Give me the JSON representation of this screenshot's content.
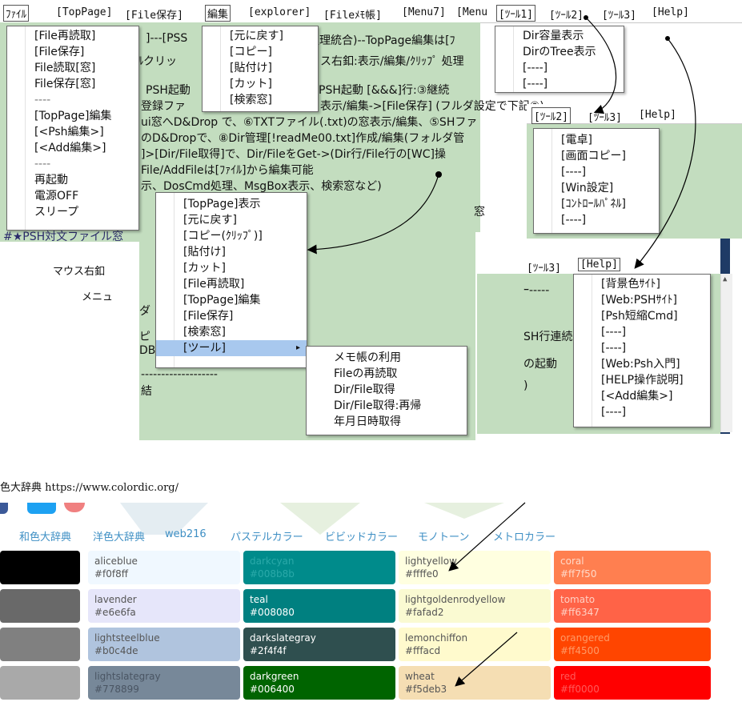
{
  "menubar": {
    "items": [
      "ﾌｧｲﾙ",
      "[TopPage]",
      "[File保存]",
      "編集",
      "[explorer]",
      "[Fileﾒﾓ帳]",
      "[Menu7]",
      "[Menu",
      "[ﾂｰﾙ1]",
      "[ﾂｰﾙ2]",
      "[ﾂｰﾙ3]",
      "[Help]"
    ]
  },
  "file_menu": {
    "items": [
      "[File再読取]",
      "[File保存]",
      "File読取[窓]",
      "File保存[窓]",
      "----",
      "[TopPage]編集",
      "[<Psh編集>]",
      "[<Add編集>]",
      "----",
      "再起動",
      "電源OFF",
      "スリープ"
    ]
  },
  "edit_menu": {
    "items": [
      "[元に戻す]",
      "[コピー]",
      "[貼付け]",
      "[カット]",
      "[検索窓]"
    ]
  },
  "tool1_menu": {
    "items": [
      "Dir容量表示",
      "DirのTree表示",
      "[----]",
      "[----]"
    ]
  },
  "tool2_window": {
    "menubar": [
      "[ﾂｰﾙ2]",
      "[ﾂｰﾙ3]",
      "[Help]"
    ],
    "items": [
      "[電卓]",
      "[画面コピー]",
      "[----]",
      "[Win設定]",
      "[ｺﾝﾄﾛｰﾙﾊﾟﾈﾙ]",
      "[----]"
    ]
  },
  "help_window": {
    "menubar": [
      "[ﾂｰﾙ3]",
      "[Help]"
    ],
    "items": [
      "[背景色ｻｲﾄ]",
      "[Web:PSHｻｲﾄ]",
      "[Psh短縮Cmd]",
      "[----]",
      "[----]",
      "[Web:Psh入門]",
      "[HELP操作説明]",
      "[<Add編集>]",
      "[----]"
    ],
    "peek": [
      "ｰ-----",
      "SH行連続",
      "の起動",
      ")"
    ]
  },
  "context_menu": {
    "items": [
      "[TopPage]表示",
      "[元に戻す]",
      "[コピー(ｸﾘｯﾌﾟ)]",
      "[貼付け]",
      "[カット]",
      "[File再読取]",
      "[TopPage]編集",
      "[File保存]",
      "[検索窓]",
      "[ツール]"
    ],
    "submenu_arrow": "▸"
  },
  "tools_submenu": {
    "items": [
      "メモ帳の利用",
      "Fileの再読取",
      "Dir/File取得",
      "Dir/File取得:再帰",
      "年月日時取得"
    ]
  },
  "background_text": {
    "lines": [
      "]---[PSS",
      "処理統合)--TopPage編集は[ﾌ",
      "ﾙクリッ",
      "ス右釦:表示/編集/ｸﾘｯﾌﾟ 処理",
      "PSH起動",
      "PSH起動   [&&&]行:③継続",
      "登録ファ",
      "表示/編集->[File保存] (フルダ設定で下記⑧)",
      "ui窓へD&Drop で、⑥TXTファイル(.txt)の窓表示/編集、⑤SHファ",
      "のD&Dropで、⑧Dir管理[!readMe00.txt]作成/編集(フォルダ管",
      "]>[Dir/File取得]で、Dir/FileをGet->(Dir行/File行の[WC]操",
      "File/AddFileは[ﾌｧｲﾙ]から編集可能",
      "示、DosCmd処理、MsgBox表示、検索窓など)",
      "窓",
      "#★PSH対文ファイル窓",
      "ダ",
      "ピ",
      "DB",
      "-------------------",
      "結"
    ]
  },
  "doc_labels": {
    "mouse_right": "マウス右釦",
    "menu": "メニュ",
    "colordic": "色大辞典 https://www.colordic.org/"
  },
  "color_tabs": [
    "和色大辞典",
    "洋色大辞典",
    "web216",
    "パステルカラー",
    "ビビッドカラー",
    "モノトーン",
    "メトロカラー"
  ],
  "color_rows": [
    [
      {
        "name": "",
        "hex": "",
        "bg": "#000000",
        "fg": "#ffffff"
      },
      {
        "name": "aliceblue",
        "hex": "#f0f8ff",
        "bg": "#f0f8ff",
        "fg": "#555555"
      },
      {
        "name": "darkcyan",
        "hex": "#008b8b",
        "bg": "#008b8b",
        "fg": "#2aa9a9"
      },
      {
        "name": "lightyellow",
        "hex": "#ffffe0",
        "bg": "#ffffe0",
        "fg": "#555555"
      },
      {
        "name": "coral",
        "hex": "#ff7f50",
        "bg": "#ff7f50",
        "fg": "#ffd9c8"
      }
    ],
    [
      {
        "name": "",
        "hex": "",
        "bg": "#696969",
        "fg": "#ffffff"
      },
      {
        "name": "lavender",
        "hex": "#e6e6fa",
        "bg": "#e6e6fa",
        "fg": "#555555"
      },
      {
        "name": "teal",
        "hex": "#008080",
        "bg": "#008080",
        "fg": "#ffffff"
      },
      {
        "name": "lightgoldenrodyellow",
        "hex": "#fafad2",
        "bg": "#fafad2",
        "fg": "#555555"
      },
      {
        "name": "tomato",
        "hex": "#ff6347",
        "bg": "#ff6347",
        "fg": "#ffd0c4"
      }
    ],
    [
      {
        "name": "",
        "hex": "",
        "bg": "#808080",
        "fg": "#ffffff"
      },
      {
        "name": "lightsteelblue",
        "hex": "#b0c4de",
        "bg": "#b0c4de",
        "fg": "#555555"
      },
      {
        "name": "darkslategray",
        "hex": "#2f4f4f",
        "bg": "#2f4f4f",
        "fg": "#ffffff"
      },
      {
        "name": "lemonchiffon",
        "hex": "#fffacd",
        "bg": "#fffacd",
        "fg": "#555555"
      },
      {
        "name": "orangered",
        "hex": "#ff4500",
        "bg": "#ff4500",
        "fg": "#ff9a66"
      }
    ],
    [
      {
        "name": "",
        "hex": "",
        "bg": "#a9a9a9",
        "fg": "#ffffff"
      },
      {
        "name": "lightslategray",
        "hex": "#778899",
        "bg": "#778899",
        "fg": "#4a5563"
      },
      {
        "name": "darkgreen",
        "hex": "#006400",
        "bg": "#006400",
        "fg": "#ffffff"
      },
      {
        "name": "wheat",
        "hex": "#f5deb3",
        "bg": "#f5deb3",
        "fg": "#555555"
      },
      {
        "name": "red",
        "hex": "#ff0000",
        "bg": "#ff0000",
        "fg": "#ff5a5a"
      }
    ]
  ],
  "colors": {
    "editor_green": "#c3ddbf",
    "menu_highlight": "#a8c8ee",
    "tab_link": "#3e8fc4"
  }
}
